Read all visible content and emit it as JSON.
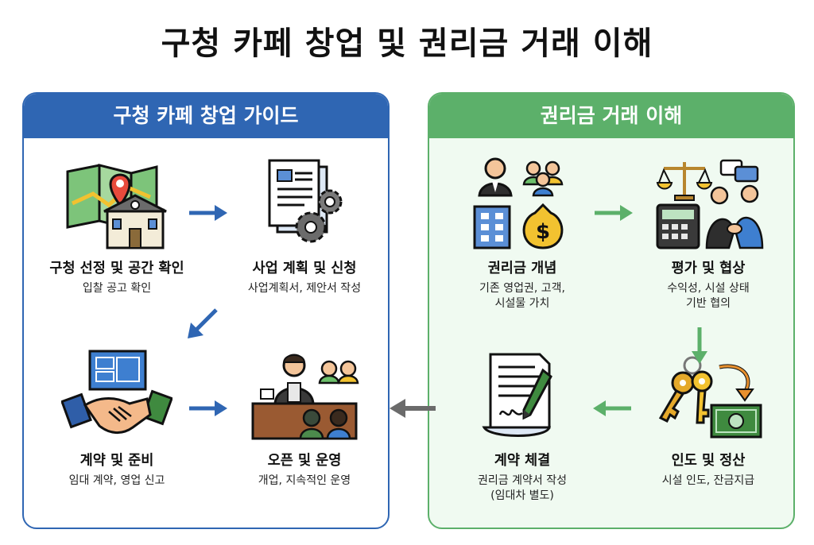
{
  "title": "구청 카페 창업 및 권리금 거래 이해",
  "left_panel": {
    "header": "구청 카페 창업 가이드",
    "steps": [
      {
        "title": "구청 선정 및 공간 확인",
        "desc": "입찰 공고 확인"
      },
      {
        "title": "사업 계획 및 신청",
        "desc": "사업계획서, 제안서 작성"
      },
      {
        "title": "계약 및 준비",
        "desc": "임대 계약, 영업 신고"
      },
      {
        "title": "오픈 및 운영",
        "desc": "개업, 지속적인 운영"
      }
    ]
  },
  "right_panel": {
    "header": "권리금 거래 이해",
    "steps": [
      {
        "title": "권리금 개념",
        "desc1": "기존 영업권, 고객,",
        "desc2": "시설물 가치"
      },
      {
        "title": "평가 및 협상",
        "desc1": "수익성, 시설 상태",
        "desc2": "기반 협의"
      },
      {
        "title": "인도 및 정산",
        "desc1": "시설 인도, 잔금지급",
        "desc2": ""
      },
      {
        "title": "계약 체결",
        "desc1": "권리금 계약서 작성",
        "desc2": "(임대차 별도)"
      }
    ]
  },
  "icons": {
    "step1": "map-pin-building-icon",
    "step2": "document-gears-icon",
    "step3": "blueprint-handshake-icon",
    "step4": "barista-customers-icon",
    "step5": "people-building-money-icon",
    "step6": "scales-calculator-handshake-icon",
    "step7": "keys-cash-icon",
    "step8": "contract-pen-icon"
  },
  "colors": {
    "blue": "#2f66b3",
    "green": "#5cb06a",
    "gray_arrow": "#6b6b6b"
  }
}
